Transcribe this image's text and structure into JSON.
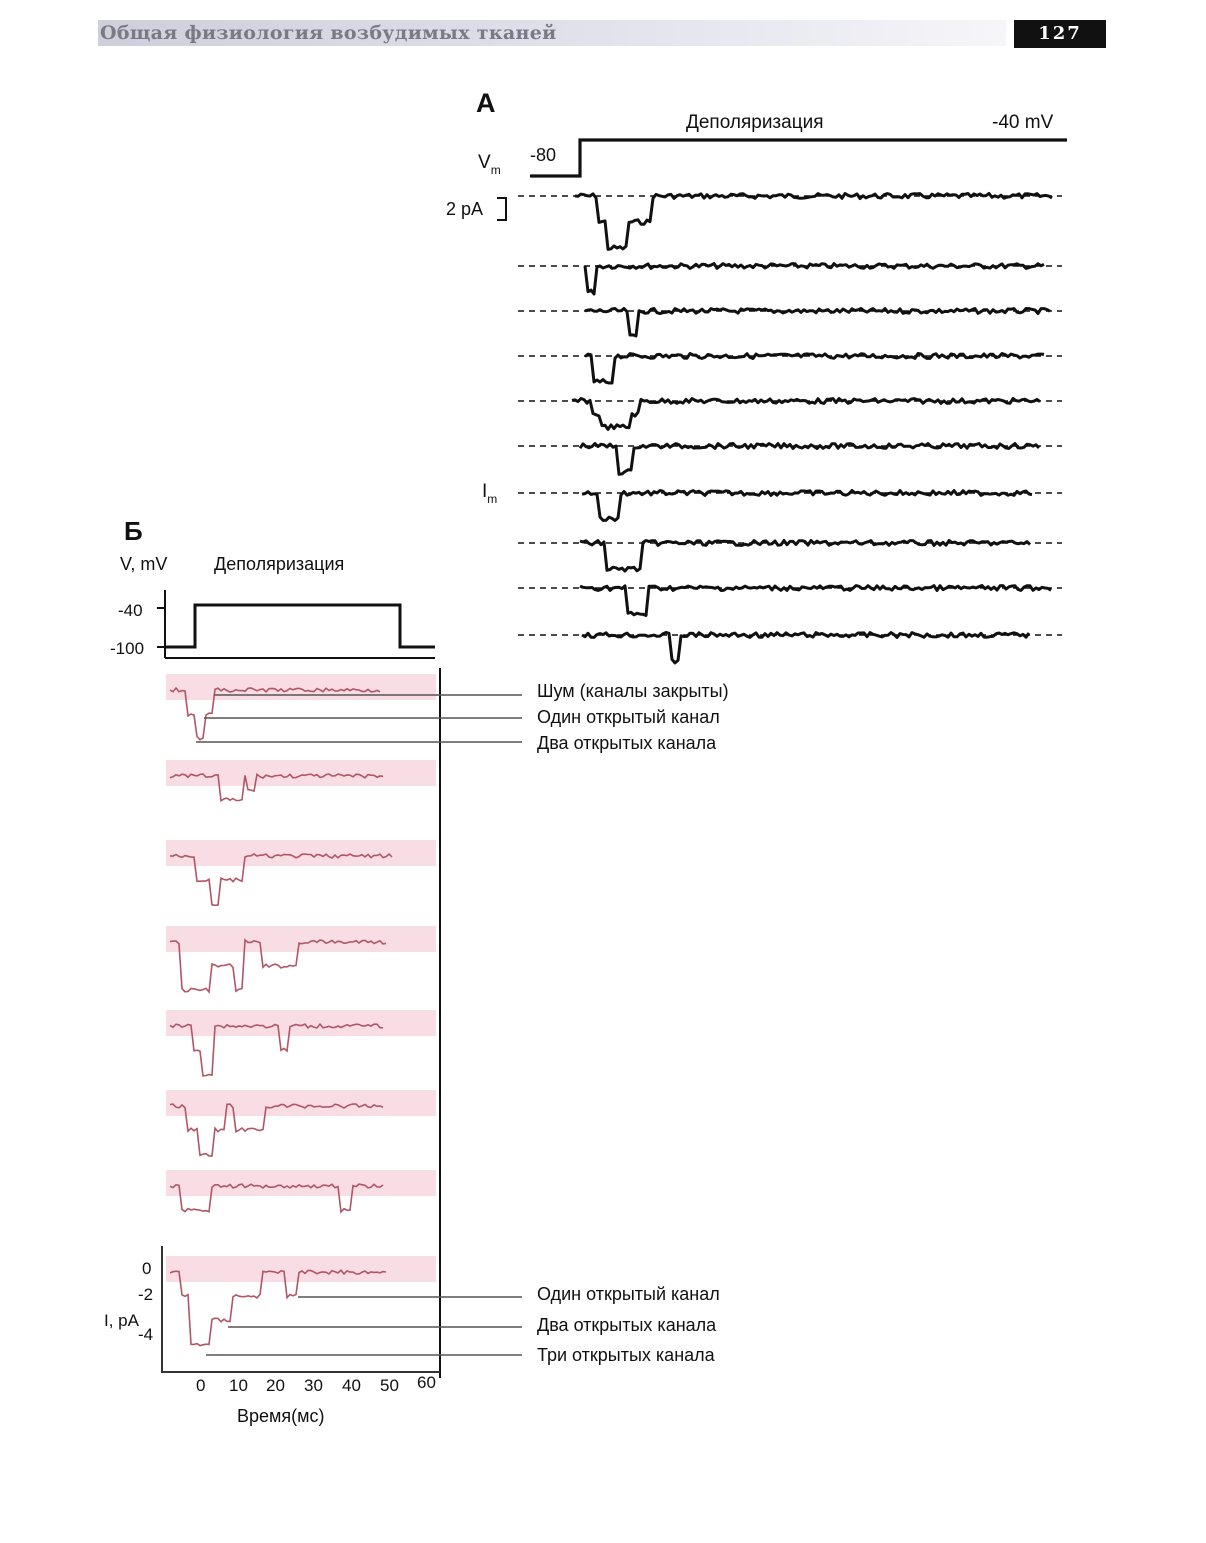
{
  "header": {
    "title": "Общая физиология возбудимых тканей",
    "page_number": "127"
  },
  "panel_a": {
    "label": "А",
    "step_title": "Деполяризация",
    "holding_potential": "-80",
    "test_potential": "-40 mV",
    "vm_label": "V",
    "vm_sub": "m",
    "im_label": "I",
    "im_sub": "m",
    "scale_bar": "2 pA",
    "sweep_count": 10
  },
  "panel_b": {
    "label": "Б",
    "v_axis_label": "V, mV",
    "step_title": "Деполяризация",
    "v_ticks": [
      "-40",
      "-100"
    ],
    "i_axis_label": "I, pA",
    "i_ticks": [
      "0",
      "-2",
      "-4"
    ],
    "x_ticks": [
      "0",
      "10",
      "20",
      "30",
      "40",
      "50",
      "60"
    ],
    "x_label": "Время(мс)",
    "trace_color": "#b25566",
    "band_color": "#f8dde4",
    "top_annotations": [
      "Шум (каналы закрыты)",
      "Один открытый канал",
      "Два открытых канала"
    ],
    "bottom_annotations": [
      "Один открытый канал",
      "Два открытых канала",
      "Три открытых канала"
    ],
    "sweep_count": 8
  }
}
